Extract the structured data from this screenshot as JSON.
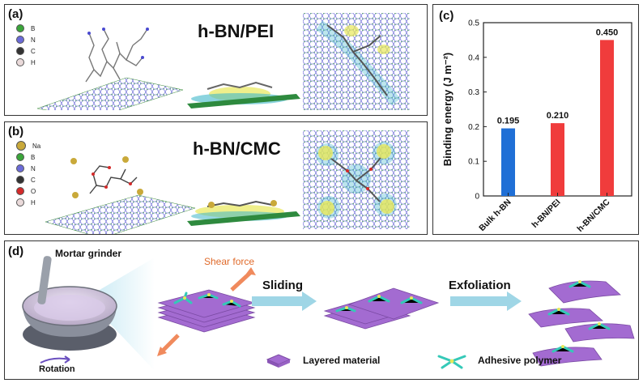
{
  "panel_a": {
    "label": "(a)",
    "title": "h-BN/PEI",
    "legend": [
      {
        "symbol": "B",
        "color": "#3aa53a"
      },
      {
        "symbol": "N",
        "color": "#6b6bd8"
      },
      {
        "symbol": "C",
        "color": "#333333"
      },
      {
        "symbol": "H",
        "color": "#e6d6d6"
      }
    ]
  },
  "panel_b": {
    "label": "(b)",
    "title": "h-BN/CMC",
    "legend": [
      {
        "symbol": "Na",
        "color": "#c9a93a"
      },
      {
        "symbol": "B",
        "color": "#3aa53a"
      },
      {
        "symbol": "N",
        "color": "#6b6bd8"
      },
      {
        "symbol": "C",
        "color": "#333333"
      },
      {
        "symbol": "O",
        "color": "#d42a2a"
      },
      {
        "symbol": "H",
        "color": "#e6d6d6"
      }
    ]
  },
  "panel_c": {
    "label": "(c)"
  },
  "chart_data": {
    "type": "bar",
    "categories": [
      "Bulk h-BN",
      "h-BN/PEI",
      "h-BN/CMC"
    ],
    "values": [
      0.195,
      0.21,
      0.45
    ],
    "value_labels": [
      "0.195",
      "0.210",
      "0.450"
    ],
    "colors": [
      "#1f6fd6",
      "#f03c3c",
      "#f03c3c"
    ],
    "ylabel": "Binding energy (J m⁻²)",
    "ylim": [
      0,
      0.5
    ],
    "yticks": [
      0,
      0.1,
      0.2,
      0.3,
      0.4,
      0.5
    ],
    "ytick_labels": [
      "0",
      "0.1",
      "0.2",
      "0.3",
      "0.4",
      "0.5"
    ]
  },
  "panel_d": {
    "label": "(d)",
    "mortar_label": "Mortar grinder",
    "rotation_label": "Rotation",
    "shear_label": "Shear force",
    "sliding_label": "Sliding",
    "exfoliation_label": "Exfoliation",
    "legend_layered": "Layered material",
    "legend_polymer": "Adhesive polymer",
    "colors": {
      "sheet": "#a36bd1",
      "polymer": "#35c9b8",
      "arrow": "#9fd6e6",
      "shear": "#f08a5d"
    }
  }
}
